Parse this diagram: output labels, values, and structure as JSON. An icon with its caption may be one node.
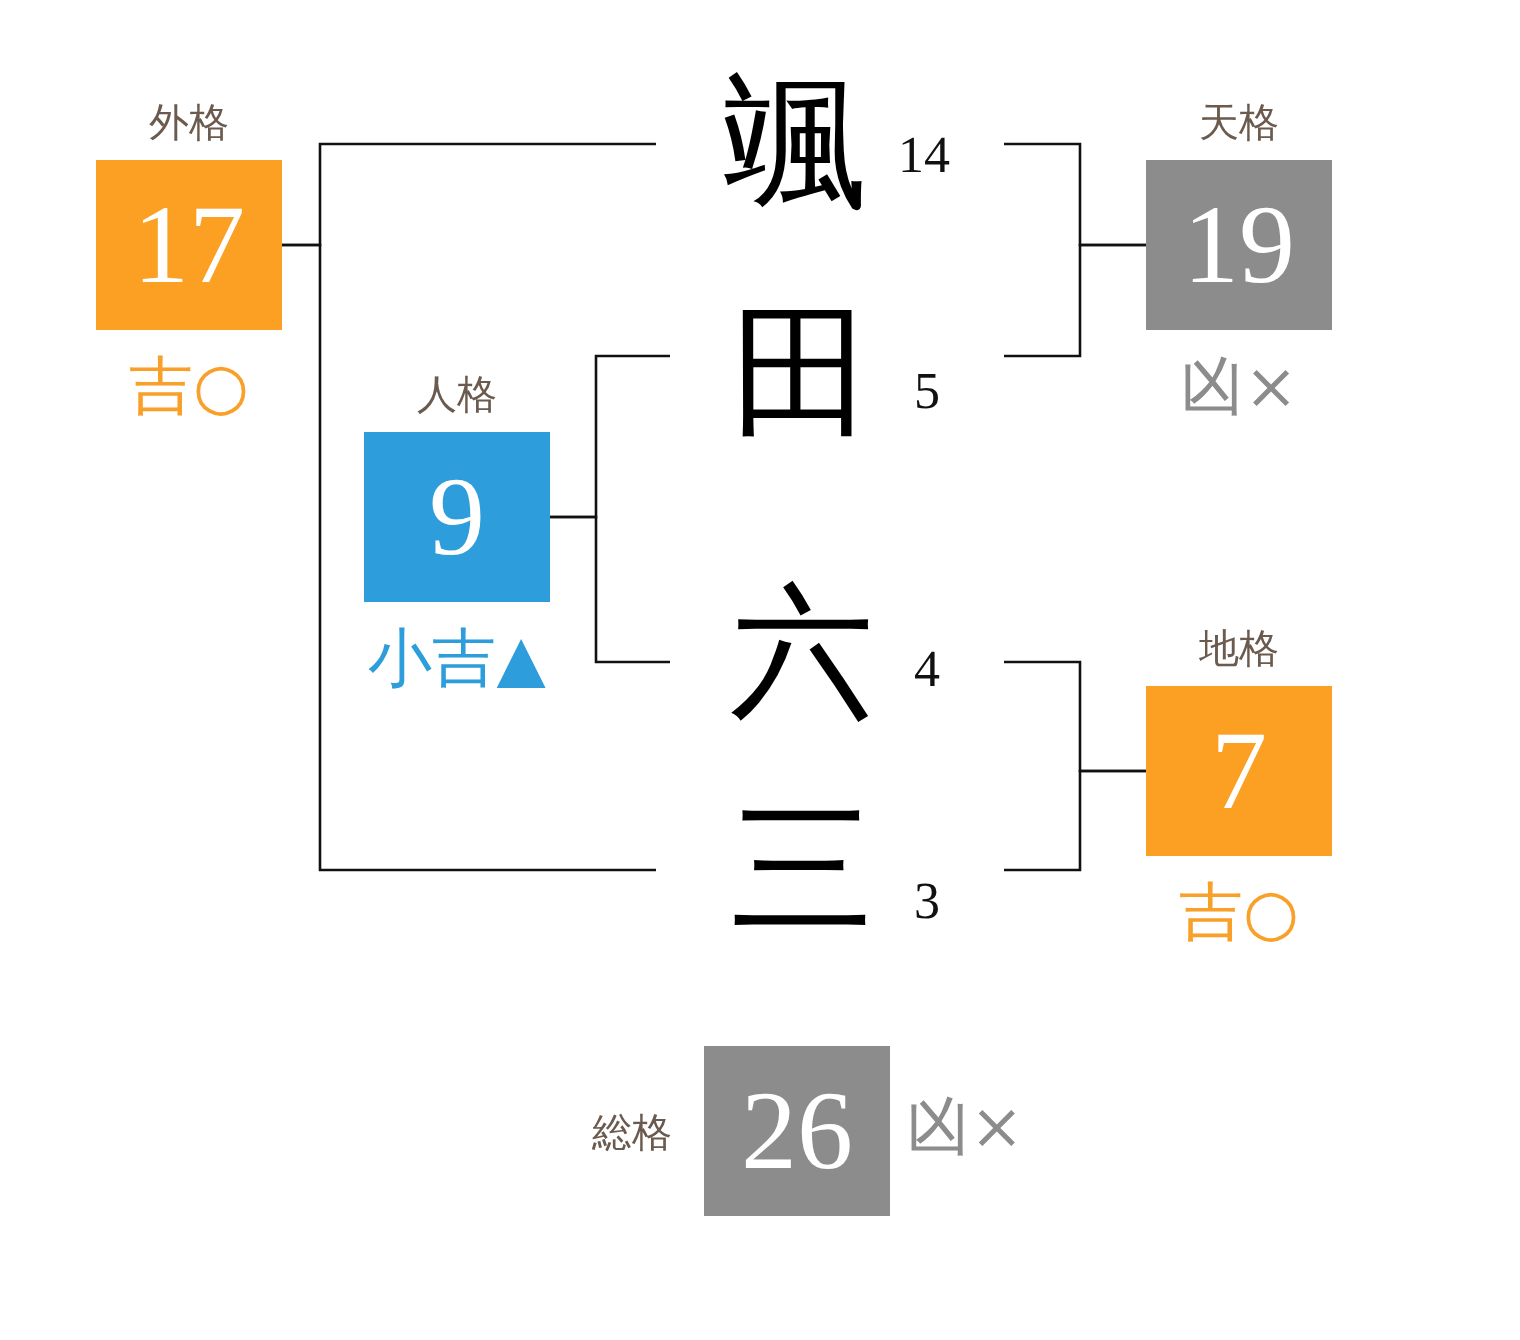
{
  "diagram": {
    "nodes": [
      {
        "text": [
          "外格",
          "17"
        ],
        "beside": [
          "吉○"
        ]
      },
      {
        "text": [
          "人格",
          "9"
        ],
        "beside": [
          "小吉▲"
        ]
      },
      {
        "text": [
          "颯"
        ],
        "beside": [
          "14"
        ]
      },
      {
        "text": [
          "田"
        ],
        "beside": [
          "5"
        ]
      },
      {
        "text": [
          "六"
        ],
        "beside": [
          "4"
        ]
      },
      {
        "text": [
          "三"
        ],
        "beside": [
          "3"
        ]
      },
      {
        "text": [
          "天格",
          "19"
        ],
        "beside": [
          "凶×"
        ]
      },
      {
        "text": [
          "地格",
          "7"
        ],
        "beside": [
          "吉○"
        ]
      },
      {
        "text": [
          "総格",
          "26"
        ],
        "beside": [
          "凶×"
        ]
      }
    ],
    "edges": [
      {
        "from": 2,
        "to": 0,
        "arrow": "none"
      },
      {
        "from": 5,
        "to": 0,
        "arrow": "none"
      },
      {
        "from": 3,
        "to": 1,
        "arrow": "none"
      },
      {
        "from": 4,
        "to": 1,
        "arrow": "none"
      },
      {
        "from": 2,
        "to": 6,
        "arrow": "none"
      },
      {
        "from": 3,
        "to": 6,
        "arrow": "none"
      },
      {
        "from": 4,
        "to": 7,
        "arrow": "none"
      },
      {
        "from": 5,
        "to": 7,
        "arrow": "none"
      }
    ]
  }
}
